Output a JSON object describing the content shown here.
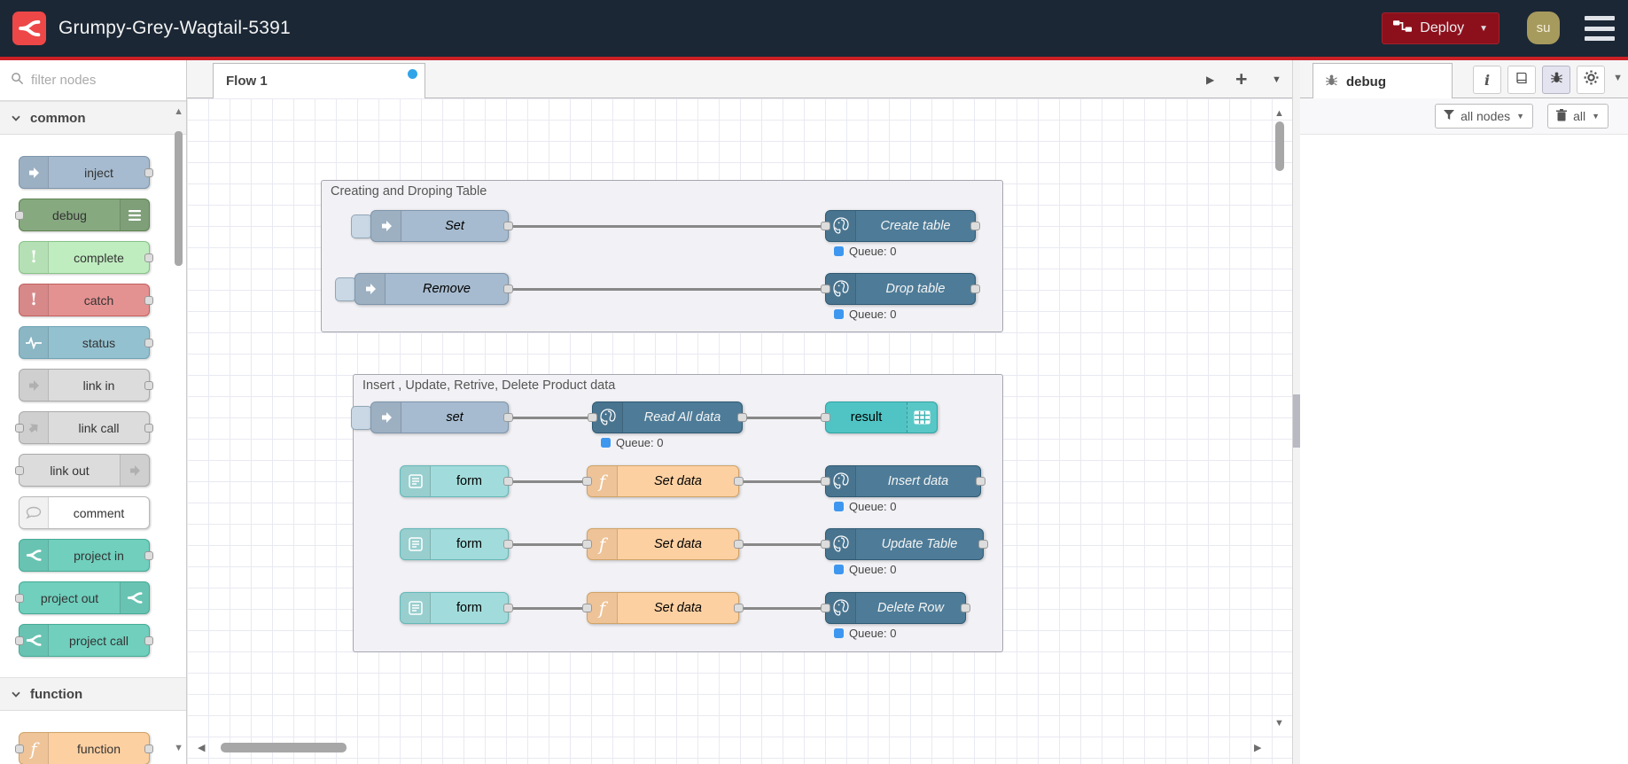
{
  "colors": {
    "header_bg": "#1b2735",
    "accent_line": "#cb2026",
    "logo_red": "#ed4747",
    "deploy_red": "#8C101C",
    "avatar_gold": "#a79a5d",
    "inject": "#a6bbcf",
    "debug": "#87a980",
    "complete": "#c0edc0",
    "catch": "#e49191",
    "status": "#94c1d0",
    "link": "#dcdcdc",
    "comment": "#ffffff",
    "project": "#70cfbd",
    "function": "#fdd0a2",
    "postgres": "#4e7c98",
    "form": "#a2dbdb",
    "result": "#50c4c4",
    "queue_dot": "#3e97ef",
    "wire": "#888888",
    "group_bg": "#f2f2f6",
    "modified_dot": "#30a4e8"
  },
  "icons": {
    "logo": "node-red-branch-glyph",
    "deploy": "wire-between-nodes",
    "menu": "hamburger",
    "search": "magnifier",
    "inject": "block-arrow-right",
    "debug": "list-lines",
    "complete": "exclamation",
    "catch": "exclamation",
    "status": "pulse-wave",
    "link": "block-arrow-right",
    "comment": "speech-bubble",
    "project": "node-red-branch-glyph",
    "function": "italic-f",
    "postgres": "elephant-outline",
    "form": "form-lines",
    "result": "table-grid",
    "sidebar": [
      "info-i",
      "book",
      "bug",
      "gear"
    ],
    "filter": "funnel",
    "clear": "trash"
  },
  "header": {
    "title": "Grumpy-Grey-Wagtail-5391",
    "deploy_label": "Deploy",
    "user_initials": "su"
  },
  "palette": {
    "filter_placeholder": "filter nodes",
    "categories": [
      {
        "label": "common"
      },
      {
        "label": "function"
      }
    ],
    "nodes": {
      "inject": "inject",
      "debug": "debug",
      "complete": "complete",
      "catch": "catch",
      "status": "status",
      "link_in": "link in",
      "link_call": "link call",
      "link_out": "link out",
      "comment": "comment",
      "project_in": "project in",
      "project_out": "project out",
      "project_call": "project call",
      "function": "function"
    }
  },
  "workspace": {
    "tab": "Flow 1"
  },
  "flow": {
    "queue": "Queue: 0",
    "group1": {
      "label": "Creating and Droping Table",
      "set": "Set",
      "create_table": "Create table",
      "remove": "Remove",
      "drop_table": "Drop table"
    },
    "group2": {
      "label": "Insert , Update, Retrive, Delete Product data",
      "set": "set",
      "read_all": "Read All data",
      "result": "result",
      "form": "form",
      "set_data": "Set data",
      "insert": "Insert data",
      "update": "Update Table",
      "delete": "Delete Row"
    }
  },
  "sidebar": {
    "tab": "debug",
    "filter_button": "all nodes",
    "clear_button": "all"
  }
}
